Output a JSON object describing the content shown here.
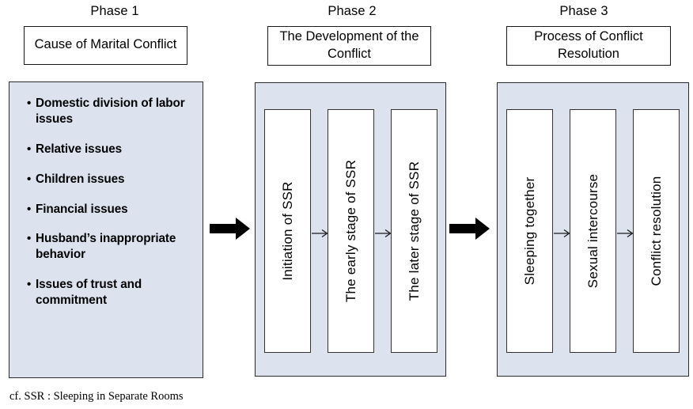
{
  "diagram": {
    "footnote": "cf. SSR : Sleeping in Separate Rooms",
    "panel_color": "#dce3ef",
    "arrow_color": "#000000",
    "phases": [
      {
        "heading": "Phase 1",
        "title": "Cause of Marital Conflict",
        "bullet_symbol": "•",
        "items": [
          "Domestic division of labor issues",
          "Relative issues",
          "Children issues",
          "Financial issues",
          "Husband’s inappropriate behavior",
          "Issues of trust and commitment"
        ]
      },
      {
        "heading": "Phase 2",
        "title": "The Development of the Conflict",
        "steps": [
          "Initiation of SSR",
          "The early stage  of SSR",
          "The later stage of SSR"
        ]
      },
      {
        "heading": "Phase 3",
        "title": "Process of Conflict Resolution",
        "steps": [
          "Sleeping together",
          "Sexual intercourse",
          "Conflict resolution"
        ]
      }
    ]
  }
}
